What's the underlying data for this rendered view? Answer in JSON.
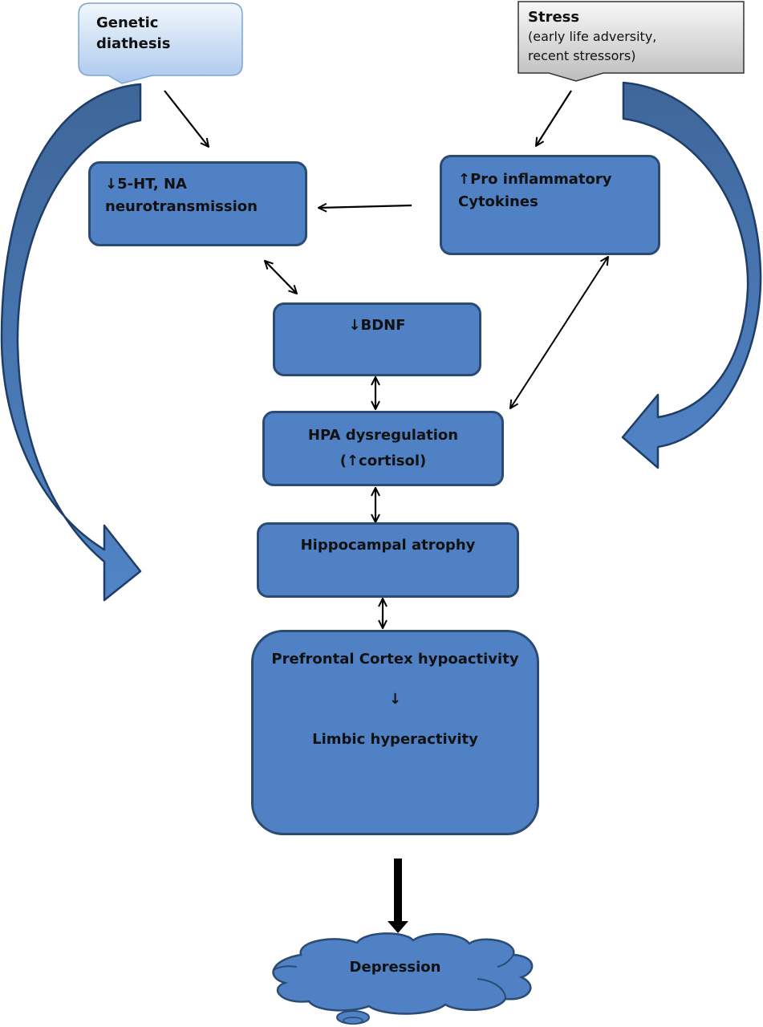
{
  "colors": {
    "box_fill": "#4f81c4",
    "box_border": "#2b4b74",
    "curved_arrow_fill": "#4a76b0",
    "genetic_callout_fill": "#cfe0f5",
    "stress_callout_fill": "#e0e0e0",
    "connector": "#000000"
  },
  "callouts": {
    "genetic": {
      "title": "Genetic",
      "title2": "diathesis"
    },
    "stress": {
      "title": "Stress",
      "line1": "(early life adversity,",
      "line2": "recent stressors)"
    }
  },
  "nodes": {
    "neurotransmission": {
      "line1": "↓5-HT, NA",
      "line2": "neurotransmission"
    },
    "cytokines": {
      "line1": "↑Pro inflammatory",
      "line2": "Cytokines"
    },
    "bdnf": {
      "line1": "↓BDNF"
    },
    "hpa": {
      "line1": "HPA dysregulation",
      "line2": "(↑cortisol)"
    },
    "hippocampal": {
      "line1": "Hippocampal atrophy"
    },
    "prefrontal": {
      "line1": "Prefrontal Cortex hypoactivity",
      "arrow": "↓",
      "line2": "Limbic hyperactivity"
    },
    "depression": {
      "label": "Depression"
    }
  },
  "edges": [
    {
      "from": "Genetic diathesis",
      "to": "↓5-HT, NA neurotransmission",
      "type": "single"
    },
    {
      "from": "Stress",
      "to": "↑Pro inflammatory Cytokines",
      "type": "single"
    },
    {
      "from": "↑Pro inflammatory Cytokines",
      "to": "↓5-HT, NA neurotransmission",
      "type": "single"
    },
    {
      "from": "↓5-HT, NA neurotransmission",
      "to": "↓BDNF",
      "type": "double"
    },
    {
      "from": "↑Pro inflammatory Cytokines",
      "to": "HPA dysregulation",
      "type": "double"
    },
    {
      "from": "↓BDNF",
      "to": "HPA dysregulation",
      "type": "double"
    },
    {
      "from": "HPA dysregulation",
      "to": "Hippocampal atrophy",
      "type": "double"
    },
    {
      "from": "Hippocampal atrophy",
      "to": "Prefrontal Cortex hypoactivity",
      "type": "double"
    },
    {
      "from": "Prefrontal Cortex hypoactivity",
      "to": "Depression",
      "type": "thick"
    },
    {
      "from": "Genetic diathesis",
      "to": "Hippocampal atrophy",
      "type": "curved-block"
    },
    {
      "from": "Stress",
      "to": "HPA dysregulation",
      "type": "curved-block"
    }
  ]
}
